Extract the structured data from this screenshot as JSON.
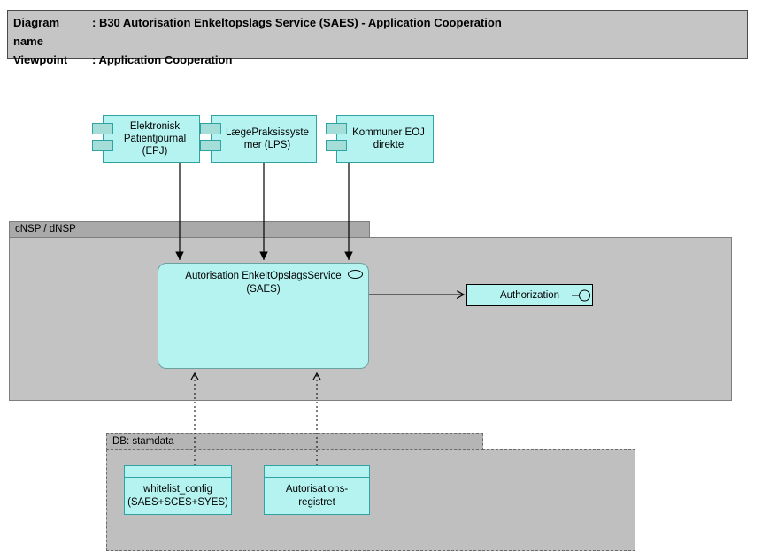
{
  "title_box": {
    "rows": [
      {
        "label": "Diagram name",
        "value": ": B30 Autorisation Enkeltopslags Service (SAES) - Application Cooperation"
      },
      {
        "label": "Viewpoint",
        "value": ": Application Cooperation"
      }
    ]
  },
  "containers": {
    "cnsp": {
      "label": "cNSP / dNSP"
    },
    "db": {
      "label": "DB: stamdata"
    }
  },
  "components": [
    {
      "label": "Elektronisk\nPatientjournal\n(EPJ)"
    },
    {
      "label": "LægePraksissyste\nmer (LPS)"
    },
    {
      "label": "Kommuner EOJ\ndirekte"
    }
  ],
  "saes": {
    "label": "Autorisation EnkeltOpslagsService\n(SAES)"
  },
  "authorization": {
    "label": "Authorization"
  },
  "db_tables": [
    {
      "label": "whitelist_config\n(SAES+SCES+SYES)"
    },
    {
      "label": "Autorisations-\nregistret"
    }
  ],
  "icons": {
    "component_module": "component-module-icon",
    "service_oval": "service-oval-icon",
    "interface_lollipop": "interface-lollipop-icon"
  },
  "colors": {
    "element_fill": "#b5f3f1",
    "element_border": "#2fa3a3",
    "module_fill": "#a5ddd9",
    "saes_border": "#6aa0a0",
    "container_fill": "#c3c3c3",
    "container_header_fill": "#a9a9a9",
    "container_border": "#7e7e7e",
    "db_fill": "#bfbfbf",
    "db_header_fill": "#b5b5b5",
    "db_border": "#6b6b6b",
    "title_fill": "#c5c5c5",
    "title_border": "#4a4a4a",
    "connector": "#000000"
  }
}
